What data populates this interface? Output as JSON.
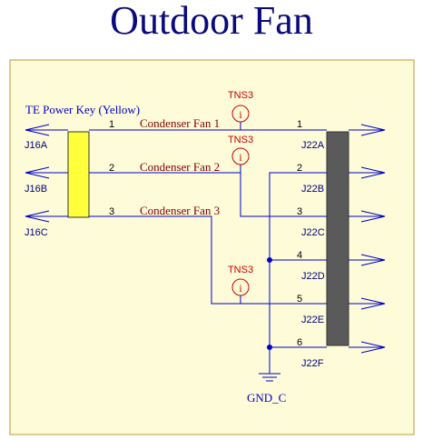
{
  "title": "Outdoor Fan",
  "colors": {
    "sheet": "#fdfbd8",
    "wire": "#0000cc",
    "red": "#cc0000",
    "connector": "#5a5a5a",
    "key": "#ffff3c",
    "title": "#0a0a7a"
  },
  "left_connector": {
    "label": "TE Power Key (Yellow)",
    "pins": [
      {
        "ref": "J16A",
        "pin": "1"
      },
      {
        "ref": "J16B",
        "pin": "2"
      },
      {
        "ref": "J16C",
        "pin": "3"
      }
    ]
  },
  "right_connector": {
    "pins": [
      {
        "ref": "J22A",
        "pin": "1"
      },
      {
        "ref": "J22B",
        "pin": "2"
      },
      {
        "ref": "J22C",
        "pin": "3"
      },
      {
        "ref": "J22D",
        "pin": "4"
      },
      {
        "ref": "J22E",
        "pin": "5"
      },
      {
        "ref": "J22F",
        "pin": "6"
      }
    ]
  },
  "nets": [
    "Condenser Fan 1",
    "Condenser Fan 2",
    "Condenser Fan 3"
  ],
  "test_points": [
    {
      "label": "TNS3",
      "icon": "info-icon"
    },
    {
      "label": "TNS3",
      "icon": "info-icon"
    },
    {
      "label": "TNS3",
      "icon": "info-icon"
    }
  ],
  "ground": {
    "label": "GND_C",
    "icon": "ground-icon"
  }
}
